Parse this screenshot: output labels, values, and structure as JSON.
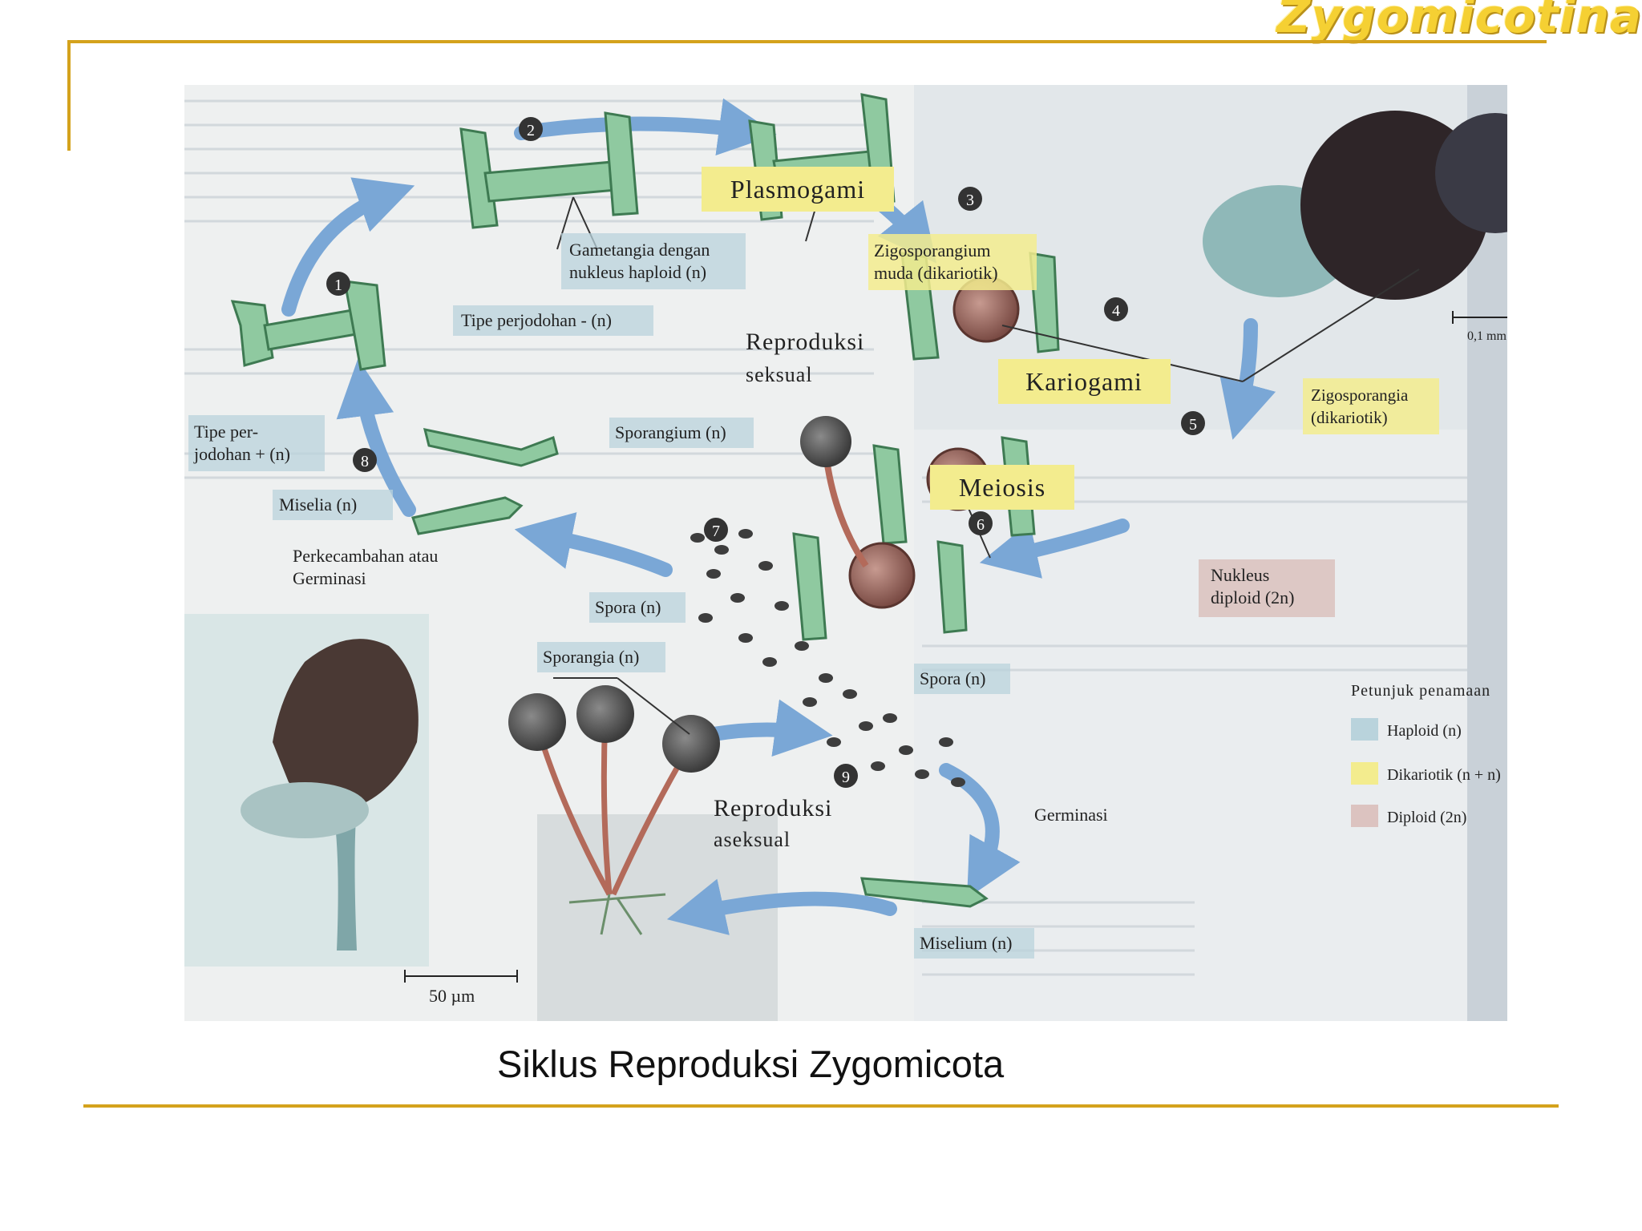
{
  "header": {
    "title": "Zygomicotina"
  },
  "caption": "Siklus Reproduksi Zygomicota",
  "colors": {
    "gold": "#d4a21c",
    "title_yellow": "#f5d033",
    "hypha_green": "#8fc9a0",
    "arrow_blue": "#7aa7d6",
    "sporangium_dark": "#555555",
    "zygote_brown": "#9a6a60",
    "label_box_blue": "#b9d3dc",
    "label_box_yellow": "#f3ec8e",
    "label_box_pink": "#dcc3c0"
  },
  "diagram": {
    "stages": {
      "plasmogami": "Plasmogami",
      "kariogami": "Kariogami",
      "meiosis": "Meiosis",
      "sexual_repro_1": "Reproduksi",
      "sexual_repro_2": "seksual",
      "asexual_repro_1": "Reproduksi",
      "asexual_repro_2": "aseksual"
    },
    "step_numbers": [
      "1",
      "2",
      "3",
      "4",
      "5",
      "6",
      "7",
      "8",
      "9"
    ],
    "labels": {
      "gametangia_1": "Gametangia dengan",
      "gametangia_2": "nukleus haploid (n)",
      "zygo_young_1": "Zigosporangium",
      "zygo_young_2": "muda (dikariotik)",
      "mating_minus": "Tipe perjodohan - (n)",
      "mating_plus_1": "Tipe per-",
      "mating_plus_2": "jodohan + (n)",
      "sporangium": "Sporangium (n)",
      "miselia": "Miselia (n)",
      "germination_1": "Perkecambahan atau",
      "germination_2": "Germinasi",
      "spora_left": "Spora (n)",
      "spora_right": "Spora (n)",
      "sporangia": "Sporangia (n)",
      "zygosporangia_1": "Zigosporangia",
      "zygosporangia_2": "(dikariotik)",
      "nucleus_1": "Nukleus",
      "nucleus_2": "diploid (2n)",
      "germinasi": "Germinasi",
      "miselium": "Miselium (n)",
      "scale_50": "50 µm",
      "scale_01": "0,1 mm"
    },
    "legend": {
      "title": "Petunjuk penamaan",
      "items": [
        {
          "label": "Haploid (n)",
          "color": "#b9d3dc"
        },
        {
          "label": "Dikariotik (n + n)",
          "color": "#f3ec8e"
        },
        {
          "label": "Diploid (2n)",
          "color": "#dcc3c0"
        }
      ]
    }
  }
}
